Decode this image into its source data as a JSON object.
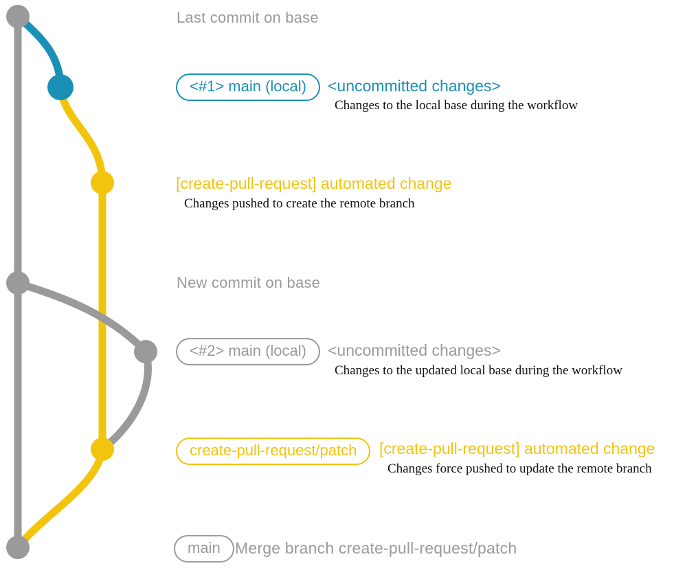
{
  "colors": {
    "gray": "#9A9A9A",
    "teal": "#1B90B6",
    "gold": "#F2C40E",
    "ink": "#111111"
  },
  "graph": {
    "description": "git commit graph with base branch (gray), local uncommitted changes (teal/gray) and create-pull-request branch (gold)",
    "nodes": [
      {
        "name": "last-commit-on-base-node",
        "color": "gray"
      },
      {
        "name": "local-changes-1-node",
        "color": "teal"
      },
      {
        "name": "automated-change-1-node",
        "color": "gold"
      },
      {
        "name": "new-commit-on-base-node",
        "color": "gray"
      },
      {
        "name": "local-changes-2-node",
        "color": "gray"
      },
      {
        "name": "automated-change-2-node",
        "color": "gold"
      },
      {
        "name": "merge-commit-node",
        "color": "gray"
      }
    ]
  },
  "rows": {
    "last_commit": "Last commit on base",
    "branch1_badge": "<#1> main (local)",
    "branch1_status": "<uncommitted changes>",
    "branch1_desc": "Changes to the local base during the workflow",
    "push1_label": "[create-pull-request] automated change",
    "push1_desc": "Changes pushed to create the remote branch",
    "new_commit": "New commit on base",
    "branch2_badge": "<#2> main (local)",
    "branch2_status": "<uncommitted changes>",
    "branch2_desc": "Changes to the updated local base during the workflow",
    "patch_badge": "create-pull-request/patch",
    "push2_label": "[create-pull-request] automated change",
    "push2_desc": "Changes force pushed to update the remote branch",
    "main_badge": "main",
    "merge_label": "Merge branch create-pull-request/patch"
  }
}
